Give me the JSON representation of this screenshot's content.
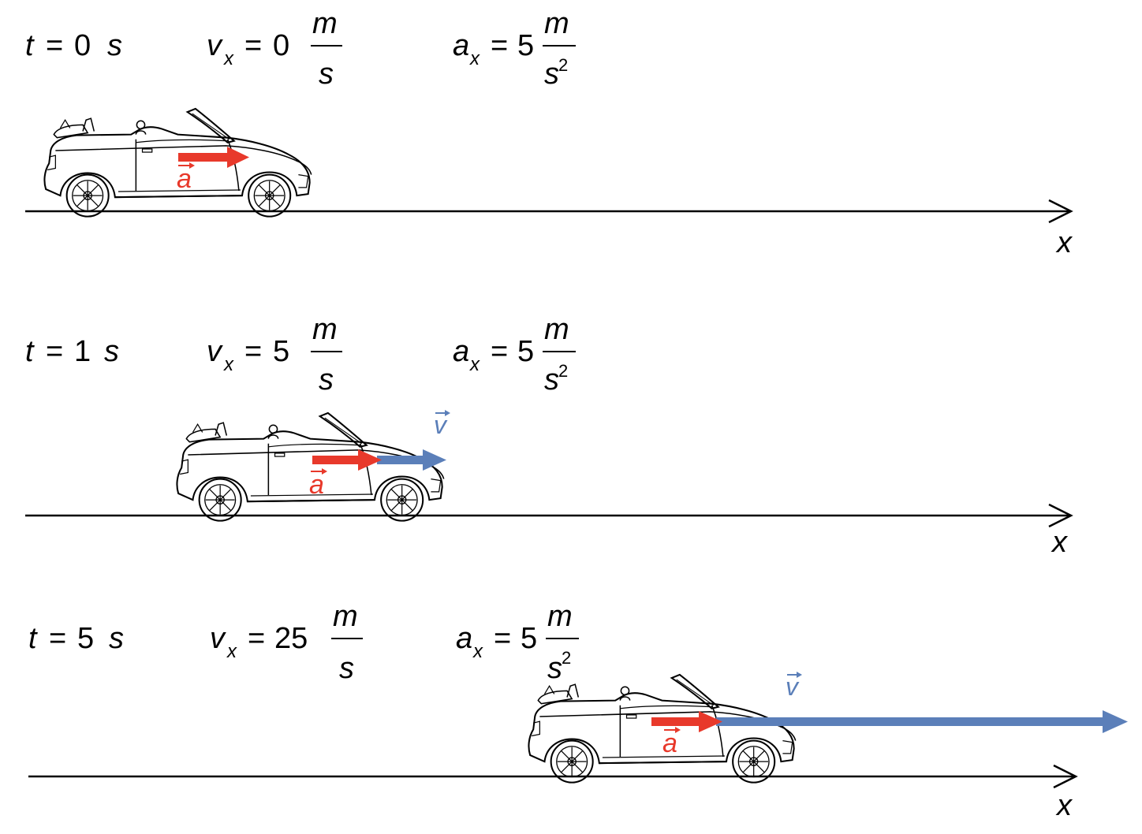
{
  "axis_label": "x",
  "vector_labels": {
    "acceleration": "a",
    "velocity": "v"
  },
  "colors": {
    "acceleration": "#e8392b",
    "velocity": "#5b7fb9",
    "ink": "#000000"
  },
  "units": {
    "time": "s",
    "velocity_num": "m",
    "velocity_den": "s",
    "accel_num": "m",
    "accel_den": "s",
    "accel_exp": "2"
  },
  "symbols": {
    "t": "t",
    "v": "v",
    "a": "a",
    "sub": "x",
    "eq": "="
  },
  "snapshots": [
    {
      "t": "0",
      "vx": "0",
      "ax": "5"
    },
    {
      "t": "1",
      "vx": "5",
      "ax": "5"
    },
    {
      "t": "5",
      "vx": "25",
      "ax": "5"
    }
  ]
}
